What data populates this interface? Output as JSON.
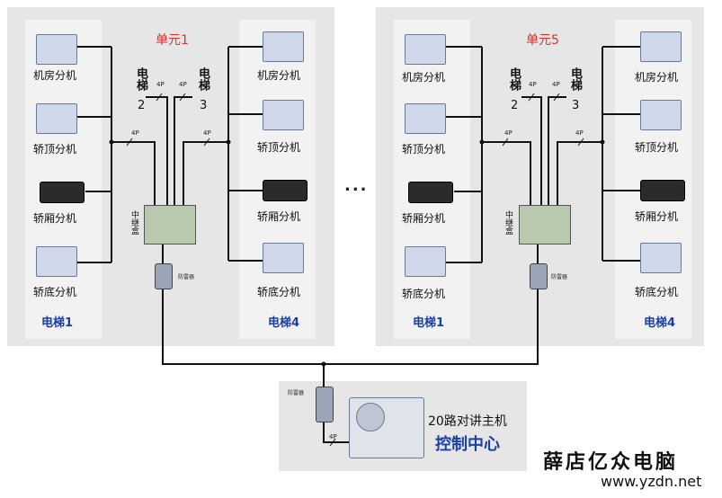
{
  "unit_left": {
    "title": "单元1"
  },
  "unit_right": {
    "title": "单元5"
  },
  "devices": {
    "machine_room": "机房分机",
    "car_top": "轿顶分机",
    "car_cabin": "轿厢分机",
    "car_bottom": "轿底分机"
  },
  "elevators": {
    "e1": "电梯1",
    "e4": "电梯4",
    "e2_word": "电梯",
    "e2_num": "2",
    "e3_word": "电梯",
    "e3_num": "3"
  },
  "wire_label": "4P",
  "relay_box": "中继盒",
  "lightning_arrester": "防雷器",
  "ellipsis": "...",
  "host": {
    "name": "20路对讲主机",
    "title": "控制中心",
    "wire_label": "4P",
    "arrester": "防雷器"
  },
  "watermark": {
    "brand": "薛店亿众电脑",
    "url": "www.yzdn.net"
  },
  "colors": {
    "panel_bg": "#e6e6e6",
    "column_bg": "#f2f2f2",
    "unit_title": "#e03030",
    "elevator_label": "#1a3fa6",
    "host_title": "#1a3fa6",
    "wire": "#111111"
  }
}
